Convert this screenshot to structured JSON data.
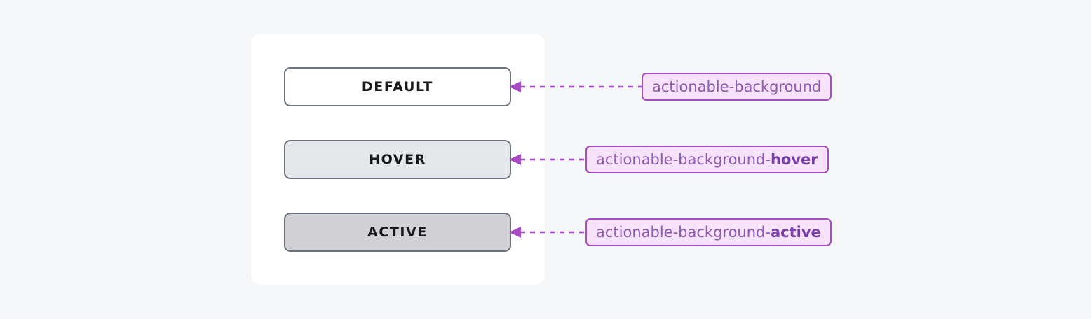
{
  "page": {
    "background_color": "#f5f6f8",
    "card_background": "#ffffff"
  },
  "card": {
    "states": [
      {
        "id": "default",
        "label": "DEFAULT",
        "fill": "#ffffff",
        "border_color": "#6b7280",
        "token_prefix": "actionable-background",
        "token_suffix": ""
      },
      {
        "id": "hover",
        "label": "HOVER",
        "fill": "#e5e8ea",
        "border_color": "#6b7280",
        "token_prefix": "actionable-background-",
        "token_suffix": "hover"
      },
      {
        "id": "active",
        "label": "ACTIVE",
        "fill": "#d0d0d5",
        "border_color": "#6b7280",
        "token_prefix": "actionable-background-",
        "token_suffix": "active"
      }
    ]
  },
  "annotation": {
    "line_color": "#a74cc4",
    "token_background": "#f6e3fb",
    "token_border": "#a74cc4",
    "token_text_color": "#8f59b3",
    "token_suffix_color": "#7b3fa8",
    "arrow_icon": "arrow-left-icon",
    "line_style": "dashed"
  }
}
